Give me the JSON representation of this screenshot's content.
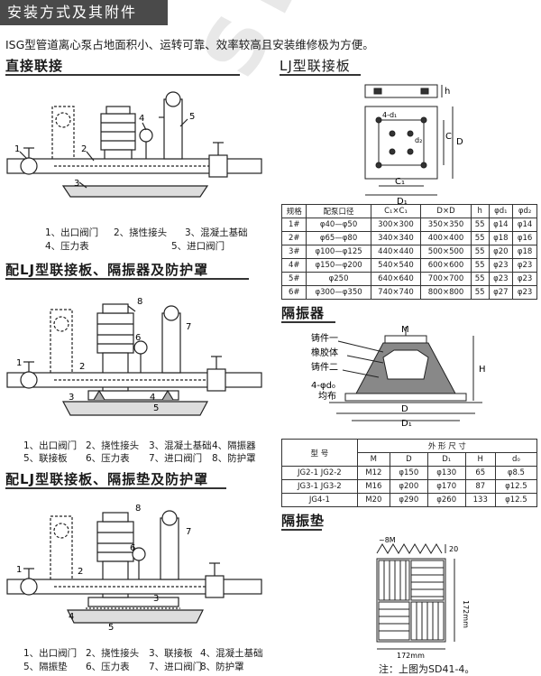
{
  "title": "安装方式及其附件",
  "intro": "ISG型管道离心泵占地面积小、运转可靠、效率较高且安装维修极为方便。",
  "watermark": "SHENPUMP",
  "section1": {
    "title": "直接联接",
    "labels": [
      "1",
      "2",
      "3",
      "4",
      "5"
    ],
    "legend": [
      "1、出口阀门",
      "2、挠性接头",
      "3、混凝土基础",
      "4、压力表",
      "5、进口阀门"
    ]
  },
  "section2": {
    "title": "配LJ型联接板、隔振器及防护罩",
    "labels": [
      "1",
      "2",
      "3",
      "4",
      "5",
      "6",
      "7",
      "8"
    ],
    "legend": [
      "1、出口阀门",
      "2、挠性接头",
      "3、混凝土基础",
      "4、隔振器",
      "5、联接板",
      "6、压力表",
      "7、进口阀门",
      "8、防护罩"
    ]
  },
  "section3": {
    "title": "配LJ型联接板、隔振垫及防护罩",
    "labels": [
      "1",
      "2",
      "3",
      "4",
      "5",
      "6",
      "7",
      "8"
    ],
    "legend": [
      "1、出口阀门",
      "2、挠性接头",
      "3、联接板",
      "4、混凝土基础",
      "5、隔振垫",
      "6、压力表",
      "7、进口阀门",
      "8、防护罩"
    ]
  },
  "lj": {
    "title": "LJ型联接板",
    "dim_labels": {
      "h": "h",
      "hole": "4-d₁",
      "D": "D",
      "C": "C",
      "C1": "C₁",
      "D1": "D₁",
      "d2": "d₂"
    },
    "headers": [
      "规格",
      "配泵口径",
      "C₁×C₁",
      "D×D",
      "h",
      "φd₁",
      "φd₂"
    ],
    "rows": [
      [
        "1#",
        "φ40—φ50",
        "300×300",
        "350×350",
        "55",
        "φ14",
        "φ14"
      ],
      [
        "2#",
        "φ65—φ80",
        "340×340",
        "400×400",
        "55",
        "φ18",
        "φ16"
      ],
      [
        "3#",
        "φ100—φ125",
        "440×440",
        "500×500",
        "55",
        "φ20",
        "φ18"
      ],
      [
        "4#",
        "φ150—φ200",
        "540×540",
        "600×600",
        "55",
        "φ23",
        "φ23"
      ],
      [
        "5#",
        "φ250",
        "640×640",
        "700×700",
        "55",
        "φ23",
        "φ23"
      ],
      [
        "6#",
        "φ300—φ350",
        "740×740",
        "800×800",
        "55",
        "φ27",
        "φ23"
      ]
    ]
  },
  "isolator": {
    "title": "隔振器",
    "labels": [
      "铸件一",
      "橡胶体",
      "铸件二",
      "4-φd₀",
      "均布",
      "M",
      "H",
      "D",
      "D₁"
    ],
    "header_top": [
      "型 号",
      "外 形 尺 寸"
    ],
    "header_sub": [
      "M",
      "D",
      "D₁",
      "H",
      "d₀"
    ],
    "rows": [
      [
        "JG2-1 JG2-2",
        "M12",
        "φ150",
        "φ130",
        "65",
        "φ8.5"
      ],
      [
        "JG3-1 JG3-2",
        "M16",
        "φ200",
        "φ170",
        "87",
        "φ12.5"
      ],
      [
        "JG4-1",
        "M20",
        "φ290",
        "φ260",
        "133",
        "φ12.5"
      ]
    ]
  },
  "pad": {
    "title": "隔振垫",
    "dims": {
      "top": "~8M",
      "side": "20",
      "height": "172mm",
      "width": "172mm"
    },
    "note": "注：上图为SD41-4。"
  }
}
